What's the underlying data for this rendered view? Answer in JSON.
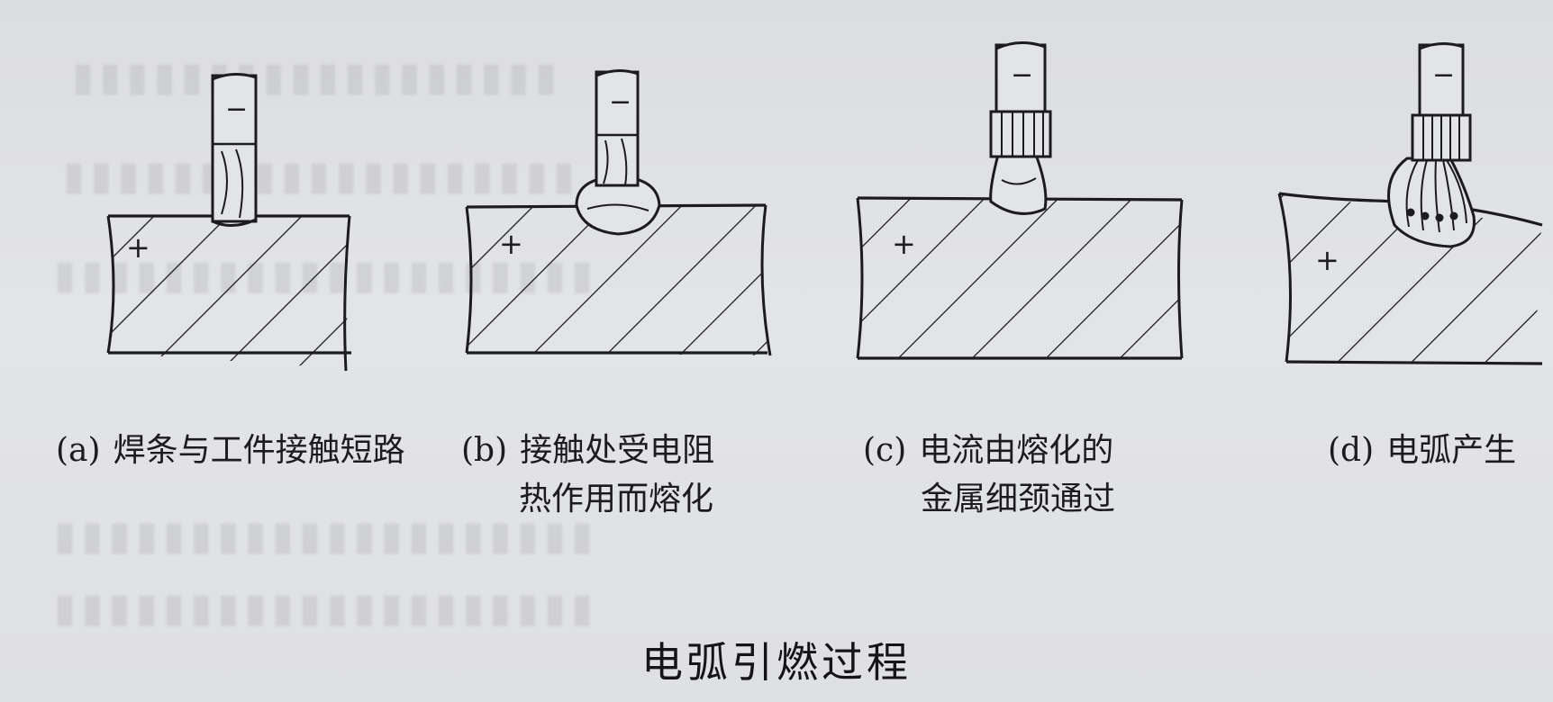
{
  "figure_title": "电弧引燃过程",
  "panels": [
    {
      "label": "(a)",
      "caption_lines": [
        "焊条与工件接触短路"
      ]
    },
    {
      "label": "(b)",
      "caption_lines": [
        "接触处受电阻",
        "热作用而熔化"
      ]
    },
    {
      "label": "(c)",
      "caption_lines": [
        "电流由熔化的",
        "金属细颈通过"
      ]
    },
    {
      "label": "(d)",
      "caption_lines": [
        "电弧产生"
      ]
    }
  ],
  "markers": {
    "electrode": "−",
    "workpiece": "+"
  },
  "colors": {
    "ink": "#1c1c1e",
    "paper": "#e2e3e5"
  }
}
